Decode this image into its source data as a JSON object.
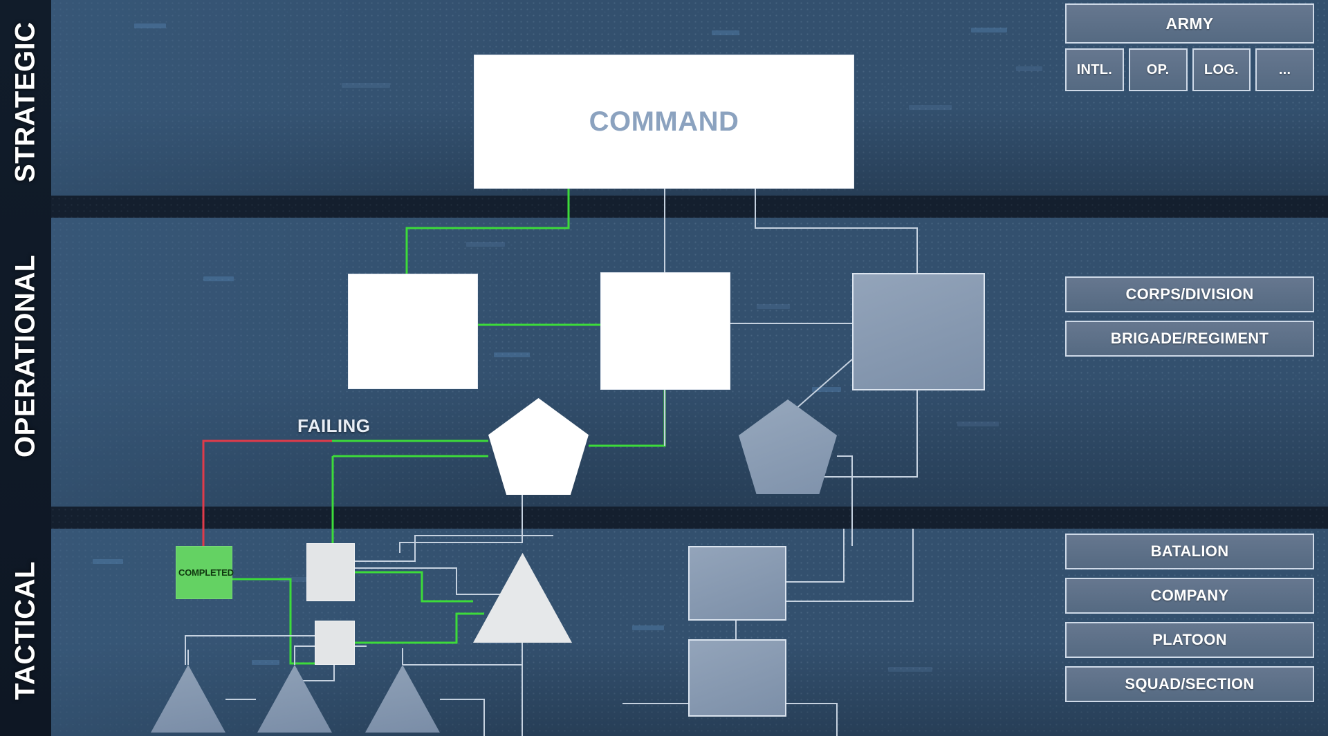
{
  "rail": {
    "levels": [
      {
        "id": "strategic",
        "label": "STRATEGIC"
      },
      {
        "id": "operational",
        "label": "OPERATIONAL"
      },
      {
        "id": "tactical",
        "label": "TACTICAL"
      }
    ]
  },
  "legend": {
    "strategic": {
      "header": "ARMY",
      "branches": [
        "INTL.",
        "OP.",
        "LOG.",
        "..."
      ]
    },
    "operational": {
      "items": [
        "CORPS/DIVISION",
        "BRIGADE/REGIMENT"
      ]
    },
    "tactical": {
      "items": [
        "BATALION",
        "COMPANY",
        "PLATOON",
        "SQUAD/SECTION"
      ]
    }
  },
  "nodes": {
    "command": {
      "label": "COMMAND"
    },
    "completed": {
      "label": "COMPLETED",
      "status": "completed"
    }
  },
  "labels": {
    "failing": "FAILING"
  },
  "colors": {
    "background": "#0d1622",
    "band": "#33506e",
    "separator": "#141f2e",
    "legend_box": "#5d7089",
    "legend_border": "#cfdae8",
    "node_white": "#ffffff",
    "node_gray": "#8698af",
    "node_completed": "#64d263",
    "command_text": "#8ba2bf",
    "wire": "#c6d2e0",
    "wire_ok": "#3ddb3a",
    "wire_fail": "#e03b4a"
  }
}
